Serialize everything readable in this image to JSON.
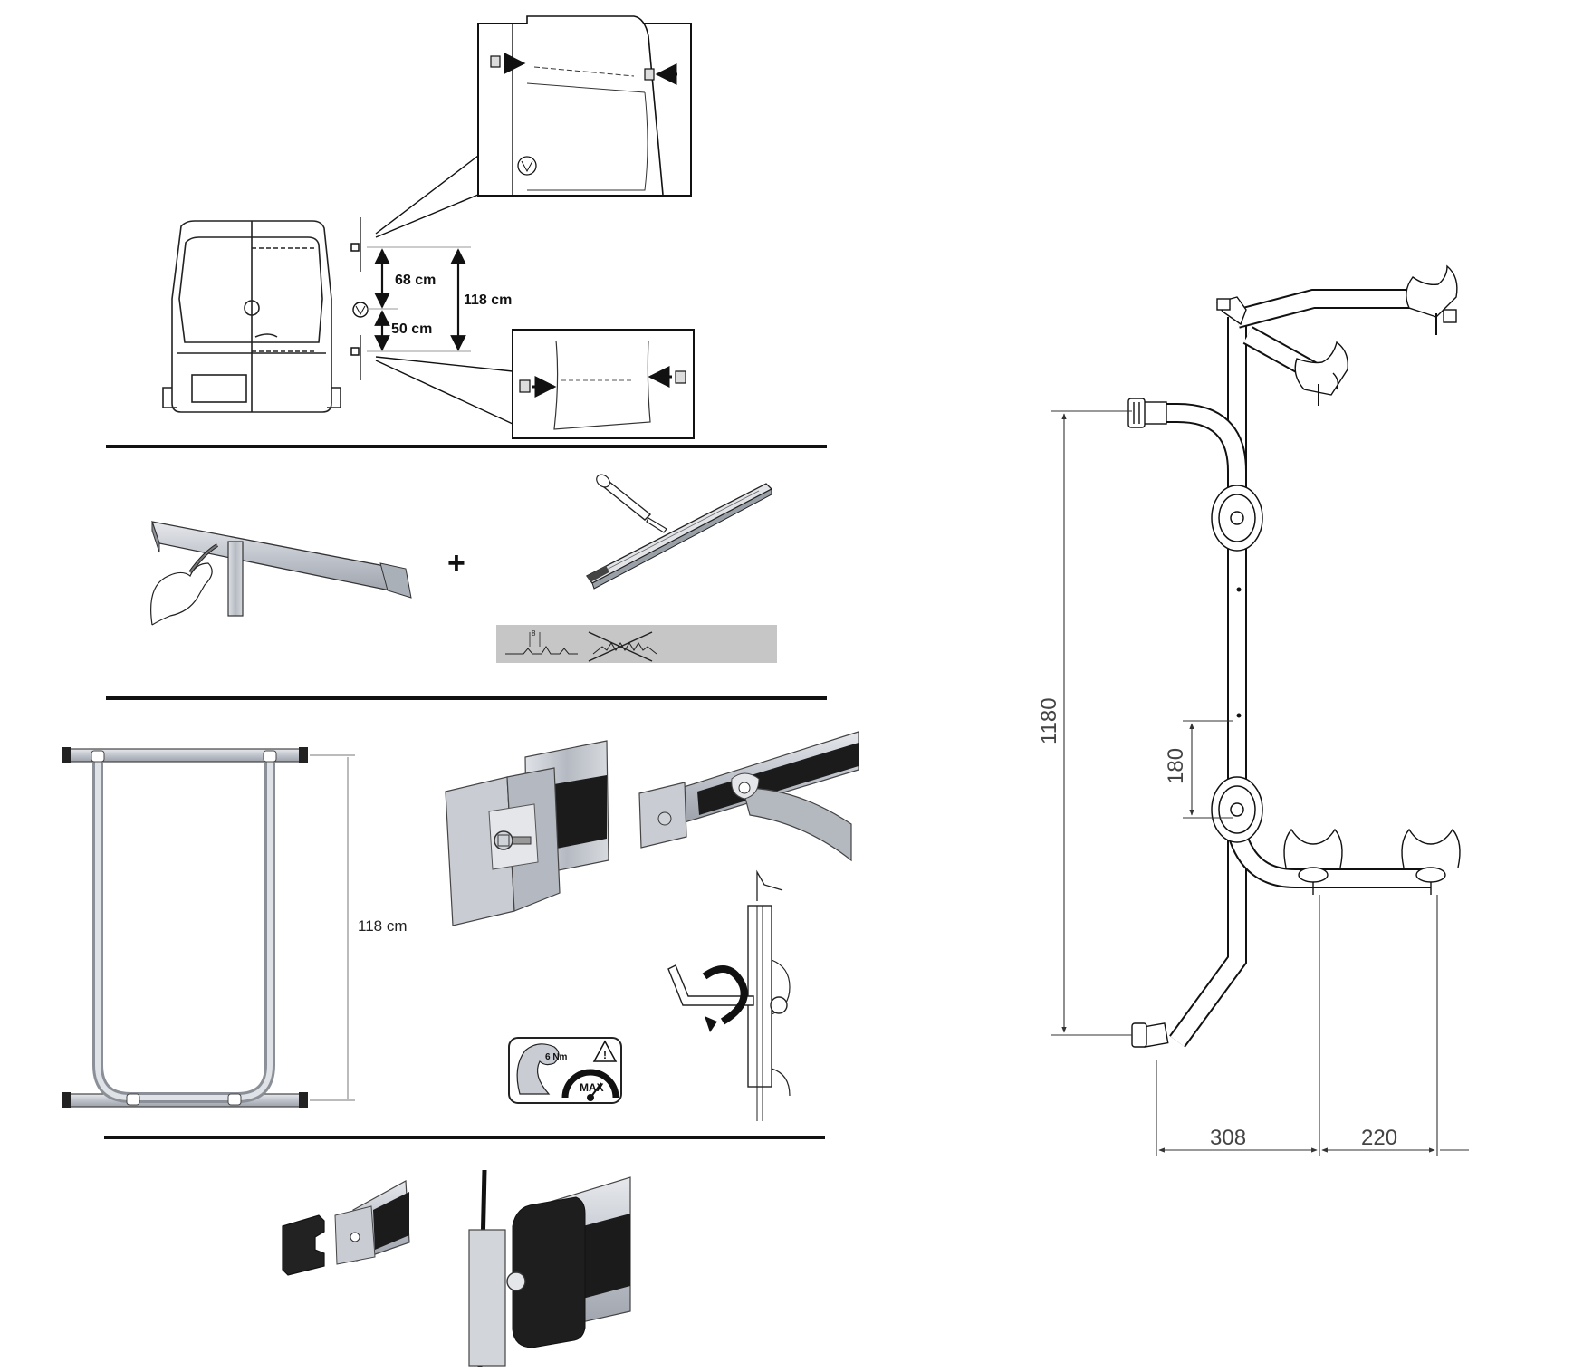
{
  "step1": {
    "dim_upper": "68 cm",
    "dim_lower": "50 cm",
    "dim_total": "118 cm"
  },
  "step2": {
    "plus": "+",
    "spec_value": "8"
  },
  "step3": {
    "frame_height": "118 cm",
    "torque_value": "6 Nm",
    "torque_label": "MAX"
  },
  "drawing": {
    "dim_height": "1180",
    "dim_spacing": "180",
    "dim_offset": "308",
    "dim_holder_gap": "220"
  },
  "colors": {
    "line": "#111111",
    "aluminium": "#c9ccd3",
    "gasket": "#1b1b1b",
    "spec_strip": "#c6c6c6"
  }
}
